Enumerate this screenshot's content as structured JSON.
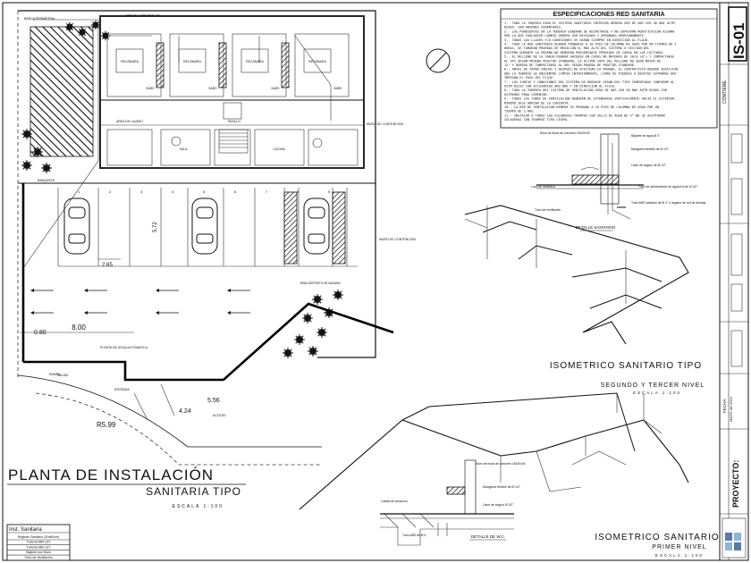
{
  "title_block": {
    "sheet_code": "IS-01",
    "project_label": "PROYECTO:",
    "content_label": "CONTIENE:",
    "date_label": "FECHA:",
    "date_value": "MAYO del 2019"
  },
  "plan": {
    "title_line1": "PLANTA DE INSTALACIÓN",
    "title_line2": "SANITARIA TIPO",
    "scale": "ESCALA 1:100",
    "dim_800": "8.00",
    "dim_080": "0.80",
    "dim_265": "2.65",
    "dim_572": "5.72",
    "dim_556": "5.56",
    "dim_424": "4.24",
    "dim_599": "R5.99",
    "label_muro": "MURO DE CONTENCIÓN",
    "label_banqueta": "BANQUETA",
    "label_planta_agua": "PLANTA DE AGUA AUTOMATICA",
    "label_area_basura": "ÁREA DEPÓSITO DE BASURA",
    "label_rampa": "RAMPA",
    "label_entrada": "ENTRADA",
    "label_salida": "SALIDA",
    "label_acceso": "ACCESO",
    "label_banca": "BANCA PERIMETRAL",
    "label_tubo": "TUBO DE 4\" ABS PEND. 2%"
  },
  "legend": {
    "title": "Inst. Sanitaria",
    "items": [
      "Registro Sanitario (40x60cm)",
      "Tubería ABS (4\")",
      "Tubería ABS (3\")",
      "Bajante por Muro",
      "Tubo de Ventilación"
    ]
  },
  "specs": {
    "title": "ESPECIFICACIONES RED SANITARIA",
    "lines": [
      "1.- TODA LA TUBERÍA PARA EL SISTEMA SANITARIO INTERIOR DEBERÁ SER DE ABS CED 40 DWV ASTM",
      "D2665, CON UNIONES CEMENTADAS.",
      "2.- LAS PENDIENTES EN LA TUBERÍA DEBERÁN DE RESPETARSE Y NO SUFRIRÁN MODIFICACIÓN ALGUNA",
      "POR LO QUE CUALQUIER CAMBIO DEBERÁ SER REVISADO Y APROBADO OPORTUNAMENTE.",
      "3.- TODAS LAS LLAVES Y/O CONEXIONES SE HARÁN SIEMPRE EN DIRECCIÓN AL FLUJO.",
      "4.- TODA LA RED SANITARIA DEBERÁ PROBARSE A 10 PIES DE COLUMNA DE AGUA POR UN TIEMPO DE 2",
      "HORAS, SE TOMARÁN PRUEBAS DE MEDICIÓN EL MÁS ALTO DEL SISTEMA O SECCIÓN DEL",
      "SISTEMA DURANTE LA PRUEBA NO DEBERÁN PRESENTARSE PÉRDIDAS DE CARGA EN LAS LECTURAS.",
      "5.- EL RELLENO DE LA ZANJA DEBERÁ HACERSE EN CAPAS NO MAYORES DE 20cm (8\") Y COMPACTARSE",
      "AL 95% SEGÚN PRUEBA PROCTOR STANDARD, LA ÚLTIMA CAPA DEL RELLENO NO SERÁ MAYOR DE",
      "12\" Y DEBERÁ DE COMPACTARSE AL 90% SEGÚN PRUEBA DE PROCTOR STANDARD.",
      "6.- ANTES DE TAPAR ZANJAS Y DESPUÉS DE EFECTUAR LA PRUEBA, EL CONTRATISTA DEBERÁ VERIFICAR",
      "QUE LA TUBERÍA SE ENCUENTRE LIMPIA INTERIORMENTE, LIBRE DE PIEDRAS U OBJETOS EXTRAÑOS QUE",
      "IMPIDAN EL PASO DEL FLUJO.",
      "7.- LAS JUNTAS Y CONEXIONES DEL SISTEMA DE DRENAJE SERÁN DEL TIPO CEMENTADAS CONFORME AL",
      "ASTM D2235 CON ACCESORIOS ABS DWV Y EN DIRECCIÓN AL FLUJO.",
      "8.- TODA LA TUBERÍA DEL SISTEMA DE VENTILACIÓN SERÁ DE ABS CED 30 DWV ASTM D2665 CON",
      "EXTREMOS PARA CEMENTAR.",
      "9.- TODOS LOS TUBOS DE VENTILACIÓN DEBERÁN DE EXTENDERSE VERTICALMENTE HACIA EL EXTERIOR",
      "MÍNIMO 30cm ARRIBA DE LA CUBIERTA.",
      "10.- LA RED DE VENTILACIÓN DEBERÁ SE PROBADA A 10 PIES DE COLUMNA DE AGUA POR UN",
      "TIEMPO DE 2 HRS.",
      "11.- INSTALAR A TODAS LAS COLADERAS TRAMPAS CON SELLO DE AGUA DE 2\" NO SE ACEPTARÁN",
      "COLADERAS CON TRAMPAS TIPO CESPOL."
    ]
  },
  "detail_sanitario": {
    "caption": "DETALLE SANITARIO",
    "notes": [
      "Muro de block de concreto 15x20x40",
      "Bajante de agua Ø 2\"",
      "Manguera flexible de Ø 1/2\"",
      "Llave de ángulo de Ø 1/2\"",
      "Tubo de alimentación de agua fría de Ø 1/2\"",
      "Tubo ABS sanitario de Ø 4\" y registro de red de drenaje",
      "Losa de cerámica",
      "Tubo de ventilación"
    ]
  },
  "detail_wc": {
    "caption": "DETALLE DE W.C.",
    "notes": [
      "Muro de block de concreto 15x20x40",
      "Manguera flexible de Ø 1/2\"",
      "Llave de ángulo Ø 1/2\"",
      "Loseta de cerámica",
      "Tubo ABS de Ø 4\""
    ]
  },
  "iso2": {
    "title": "ISOMETRICO SANITARIO TIPO",
    "subtitle": "SEGUNDO Y TERCER NIVEL",
    "scale": "ESCALA 1:100"
  },
  "iso1": {
    "title": "ISOMETRICO SANITARIO",
    "subtitle": "PRIMER NIVEL",
    "scale": "ESCALA 1:100"
  },
  "rooms": {
    "recamara": "RECÁMARA",
    "bano": "BAÑO",
    "cocina": "COCINA",
    "sala": "SALA",
    "lavado": "ÁREA DE LAVADO",
    "pasillo": "PASILLO"
  }
}
